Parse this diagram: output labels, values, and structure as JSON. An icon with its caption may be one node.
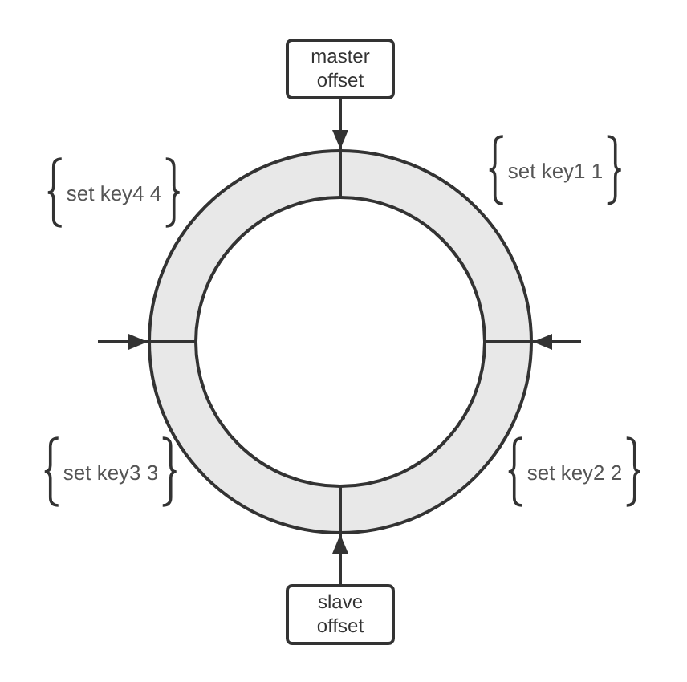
{
  "diagram": {
    "nodes": [
      {
        "text": [
          "master offset"
        ]
      },
      {
        "text": [],
        "shape": "ring"
      },
      {
        "text": [
          "slave offset"
        ]
      }
    ],
    "edges": [
      {
        "from": 0,
        "to": 1,
        "arrow": "to"
      },
      {
        "from": 2,
        "to": 1,
        "arrow": "to"
      },
      {
        "from": null,
        "to": 1,
        "arrow": "to"
      },
      {
        "from": null,
        "to": 1,
        "arrow": "to"
      }
    ],
    "labels": [
      "set key4 4",
      "set key1 1",
      "set key3 3",
      "set key2 2"
    ]
  }
}
